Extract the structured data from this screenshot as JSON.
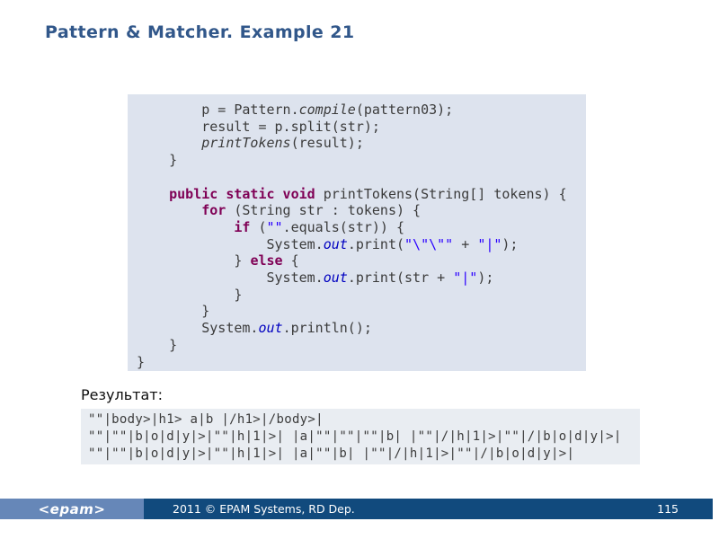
{
  "slide": {
    "title": "Pattern & Matcher. Example 21",
    "result_label": "Результат:",
    "colors": {
      "title_text": "#31578a",
      "code_background": "#dde3ee",
      "result_background": "#e9edf2",
      "code_keyword": "#7f0055",
      "code_string": "#2a00ff",
      "code_static_field": "#0000c0",
      "footer_light_blue": "#6687b8",
      "footer_dark_blue": "#114a7d"
    },
    "code_lines": [
      [
        {
          "t": "        p = Pattern.",
          "c": "pl"
        },
        {
          "t": "compile",
          "c": "sm"
        },
        {
          "t": "(pattern03);",
          "c": "pl"
        }
      ],
      [
        {
          "t": "        result = p.split(str);",
          "c": "pl"
        }
      ],
      [
        {
          "t": "        ",
          "c": "pl"
        },
        {
          "t": "printTokens",
          "c": "sm"
        },
        {
          "t": "(result);",
          "c": "pl"
        }
      ],
      [
        {
          "t": "    }",
          "c": "pl"
        }
      ],
      [],
      [
        {
          "t": "    ",
          "c": "pl"
        },
        {
          "t": "public static void",
          "c": "kw"
        },
        {
          "t": " printTokens(String[] tokens) {",
          "c": "pl"
        }
      ],
      [
        {
          "t": "        ",
          "c": "pl"
        },
        {
          "t": "for",
          "c": "kw"
        },
        {
          "t": " (String str : tokens) {",
          "c": "pl"
        }
      ],
      [
        {
          "t": "            ",
          "c": "pl"
        },
        {
          "t": "if",
          "c": "kw"
        },
        {
          "t": " (",
          "c": "pl"
        },
        {
          "t": "\"\"",
          "c": "st"
        },
        {
          "t": ".equals(str)) {",
          "c": "pl"
        }
      ],
      [
        {
          "t": "                System.",
          "c": "pl"
        },
        {
          "t": "out",
          "c": "sf"
        },
        {
          "t": ".print(",
          "c": "pl"
        },
        {
          "t": "\"\\\"\\\"\"",
          "c": "st"
        },
        {
          "t": " + ",
          "c": "pl"
        },
        {
          "t": "\"|\"",
          "c": "st"
        },
        {
          "t": ");",
          "c": "pl"
        }
      ],
      [
        {
          "t": "            } ",
          "c": "pl"
        },
        {
          "t": "else",
          "c": "kw"
        },
        {
          "t": " {",
          "c": "pl"
        }
      ],
      [
        {
          "t": "                System.",
          "c": "pl"
        },
        {
          "t": "out",
          "c": "sf"
        },
        {
          "t": ".print(str + ",
          "c": "pl"
        },
        {
          "t": "\"|\"",
          "c": "st"
        },
        {
          "t": ");",
          "c": "pl"
        }
      ],
      [
        {
          "t": "            }",
          "c": "pl"
        }
      ],
      [
        {
          "t": "        }",
          "c": "pl"
        }
      ],
      [
        {
          "t": "        System.",
          "c": "pl"
        },
        {
          "t": "out",
          "c": "sf"
        },
        {
          "t": ".println();",
          "c": "pl"
        }
      ],
      [
        {
          "t": "    }",
          "c": "pl"
        }
      ],
      [
        {
          "t": "}",
          "c": "pl"
        }
      ]
    ],
    "result_lines": [
      "\"\"|body>|h1> a|b |/h1>|/body>|",
      "\"\"|\"\"|b|o|d|y|>|\"\"|h|1|>| |a|\"\"|\"\"|\"\"|b| |\"\"|/|h|1|>|\"\"|/|b|o|d|y|>|",
      "\"\"|\"\"|b|o|d|y|>|\"\"|h|1|>| |a|\"\"|b| |\"\"|/|h|1|>|\"\"|/|b|o|d|y|>|"
    ],
    "footer": {
      "logo_text": "<epam>",
      "copyright": "2011 © EPAM Systems, RD Dep.",
      "page_number": "115"
    }
  }
}
